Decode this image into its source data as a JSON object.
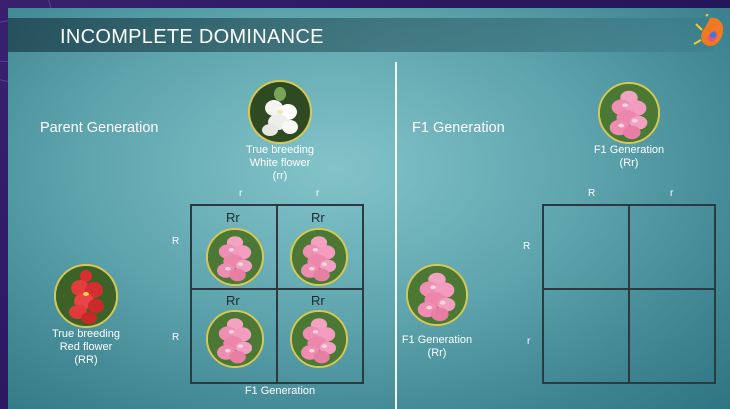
{
  "title": "INCOMPLETE DOMINANCE",
  "parent": {
    "heading": "Parent Generation",
    "white_label": [
      "True breeding",
      "White flower",
      "(rr)"
    ],
    "red_label": [
      "True breeding",
      "Red flower",
      "(RR)"
    ],
    "top_alleles": [
      "r",
      "r"
    ],
    "side_alleles": [
      "R",
      "R"
    ],
    "cells": [
      "Rr",
      "Rr",
      "Rr",
      "Rr"
    ],
    "caption": "F1 Generation"
  },
  "f1": {
    "heading": "F1 Generation",
    "top_label": [
      "F1 Generation",
      "(Rr)"
    ],
    "left_label": [
      "F1 Generation",
      "(Rr)"
    ],
    "top_alleles": [
      "R",
      "r"
    ],
    "side_alleles": [
      "R",
      "r"
    ]
  },
  "colors": {
    "white_flower": "#f4f4f0",
    "red_flower": "#e43c3c",
    "pink_flower": "#f08ab0",
    "ring": "#d8c850"
  },
  "icons": [
    "white-snapdragon-icon",
    "red-snapdragon-icon",
    "pink-snapdragon-icon",
    "presentation-logo-icon"
  ]
}
